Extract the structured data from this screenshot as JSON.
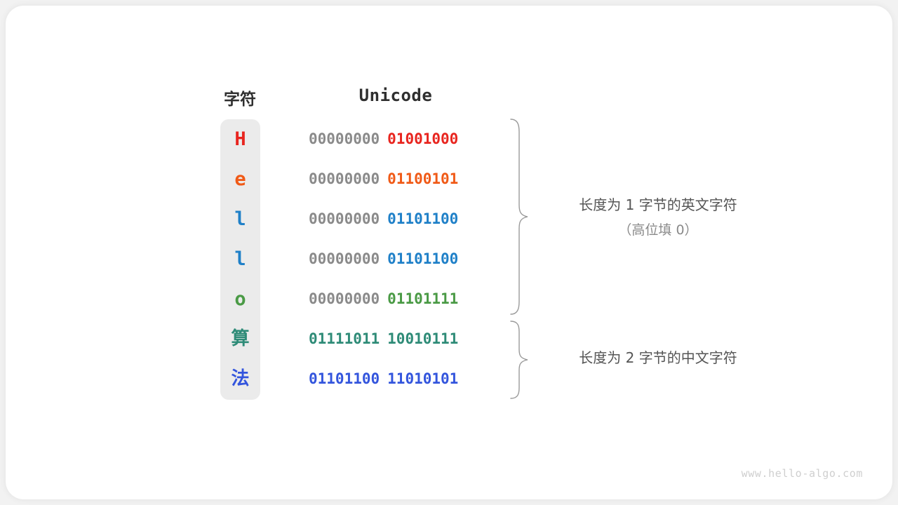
{
  "headers": {
    "character": "字符",
    "unicode": "Unicode"
  },
  "colors": {
    "red": "#E8251F",
    "orange": "#F05A17",
    "blue": "#1F80C8",
    "green": "#4A9A45",
    "teal": "#2E8B77",
    "indigo": "#3355DD",
    "high_bits_gray": "#8A8A8A",
    "panel_gray": "#EBEBEB",
    "annotation_gray": "#555555",
    "watermark_gray": "#CFCFCF"
  },
  "rows": [
    {
      "char": "H",
      "color": "#E8251F",
      "high": "00000000",
      "low": "01001000",
      "cjk": false
    },
    {
      "char": "e",
      "color": "#F05A17",
      "high": "00000000",
      "low": "01100101",
      "cjk": false
    },
    {
      "char": "l",
      "color": "#1F80C8",
      "high": "00000000",
      "low": "01101100",
      "cjk": false
    },
    {
      "char": "l",
      "color": "#1F80C8",
      "high": "00000000",
      "low": "01101100",
      "cjk": false
    },
    {
      "char": "o",
      "color": "#4A9A45",
      "high": "00000000",
      "low": "01101111",
      "cjk": false
    },
    {
      "char": "算",
      "color": "#2E8B77",
      "high": "01111011",
      "low": "10010111",
      "cjk": true,
      "high_colored": true
    },
    {
      "char": "法",
      "color": "#3355DD",
      "high": "01101100",
      "low": "11010101",
      "cjk": true,
      "high_colored": true
    }
  ],
  "annotations": {
    "group1_main": "长度为 1 字节的英文字符",
    "group1_sub": "（高位填 0）",
    "group2_main": "长度为 2 字节的中文字符"
  },
  "watermark": "www.hello-algo.com"
}
